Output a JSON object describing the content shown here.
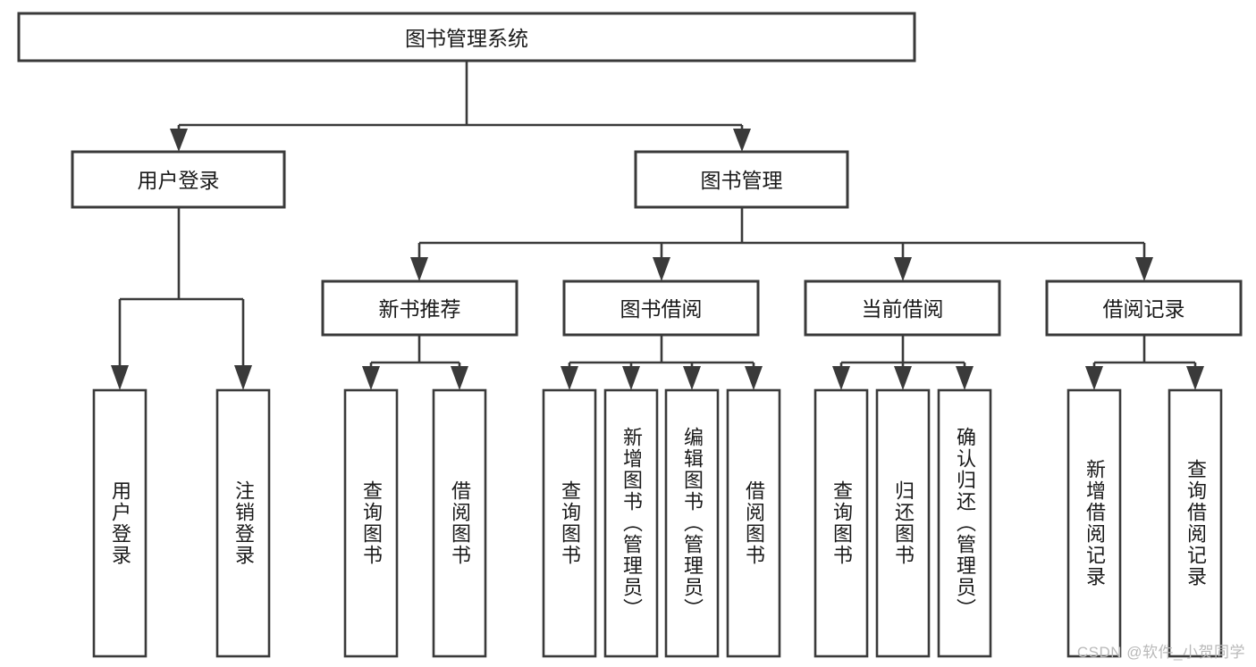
{
  "diagram": {
    "type": "tree-hierarchy-functional-decomposition",
    "root": {
      "id": "root",
      "label": "图书管理系统"
    },
    "level2": [
      {
        "id": "user-login",
        "label": "用户登录"
      },
      {
        "id": "book-management",
        "label": "图书管理"
      }
    ],
    "level3": [
      {
        "id": "new-book-recommend",
        "label": "新书推荐",
        "parent": "book-management"
      },
      {
        "id": "book-borrow",
        "label": "图书借阅",
        "parent": "book-management"
      },
      {
        "id": "current-borrow",
        "label": "当前借阅",
        "parent": "book-management"
      },
      {
        "id": "borrow-record",
        "label": "借阅记录",
        "parent": "book-management"
      }
    ],
    "leaves": [
      {
        "id": "leaf-user-login",
        "label": "用户登录",
        "parent": "user-login"
      },
      {
        "id": "leaf-logout-login",
        "label": "注销登录",
        "parent": "user-login"
      },
      {
        "id": "leaf-query-book-1",
        "label": "查询图书",
        "parent": "new-book-recommend"
      },
      {
        "id": "leaf-borrow-book-1",
        "label": "借阅图书",
        "parent": "new-book-recommend"
      },
      {
        "id": "leaf-query-book-2",
        "label": "查询图书",
        "parent": "book-borrow"
      },
      {
        "id": "leaf-add-book",
        "label": "新增图书（管理员）",
        "parent": "book-borrow"
      },
      {
        "id": "leaf-edit-book",
        "label": "编辑图书（管理员）",
        "parent": "book-borrow"
      },
      {
        "id": "leaf-borrow-book-2",
        "label": "借阅图书",
        "parent": "book-borrow"
      },
      {
        "id": "leaf-query-book-3",
        "label": "查询图书",
        "parent": "current-borrow"
      },
      {
        "id": "leaf-return-book",
        "label": "归还图书",
        "parent": "current-borrow"
      },
      {
        "id": "leaf-confirm-return",
        "label": "确认归还（管理员）",
        "parent": "current-borrow"
      },
      {
        "id": "leaf-add-record",
        "label": "新增借阅记录",
        "parent": "borrow-record"
      },
      {
        "id": "leaf-query-record",
        "label": "查询借阅记录",
        "parent": "borrow-record"
      }
    ]
  },
  "watermark": {
    "text": "CSDN @软件_小贺同学"
  },
  "colors": {
    "background": "#ffffff",
    "box_fill": "#ffffff",
    "box_stroke": "#3a3a3a",
    "text": "#1a1a1a",
    "watermark": "#b9b9b9"
  }
}
